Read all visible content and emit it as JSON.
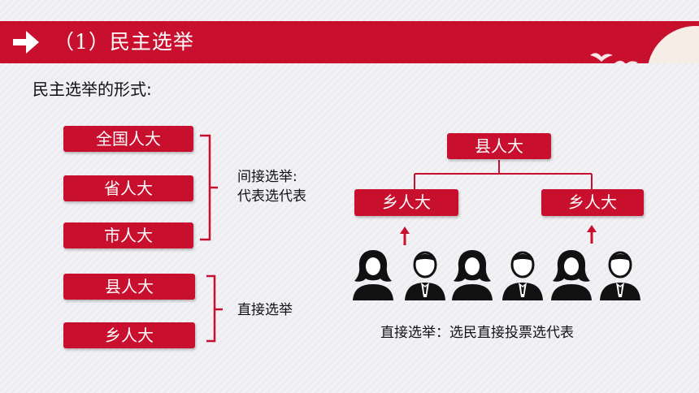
{
  "header": {
    "title": "（1）民主选举"
  },
  "subtitle": "民主选举的形式:",
  "left": {
    "indirect_boxes": [
      "全国人大",
      "省人大",
      "市人大"
    ],
    "indirect_label": [
      "间接选举:",
      "代表选代表"
    ],
    "direct_boxes": [
      "县人大",
      "乡人大"
    ],
    "direct_label": "直接选举"
  },
  "right": {
    "top_box": "县人大",
    "sub_boxes": [
      "乡人大",
      "乡人大"
    ],
    "voter_icons": [
      "female-voter-icon",
      "male-voter-icon",
      "female-voter-icon",
      "male-voter-icon",
      "female-voter-icon",
      "male-voter-icon"
    ],
    "caption": "直接选举：选民直接投票选代表"
  },
  "colors": {
    "accent": "#c8102e",
    "header": "#c8102e",
    "background": "#f0f0f4"
  }
}
